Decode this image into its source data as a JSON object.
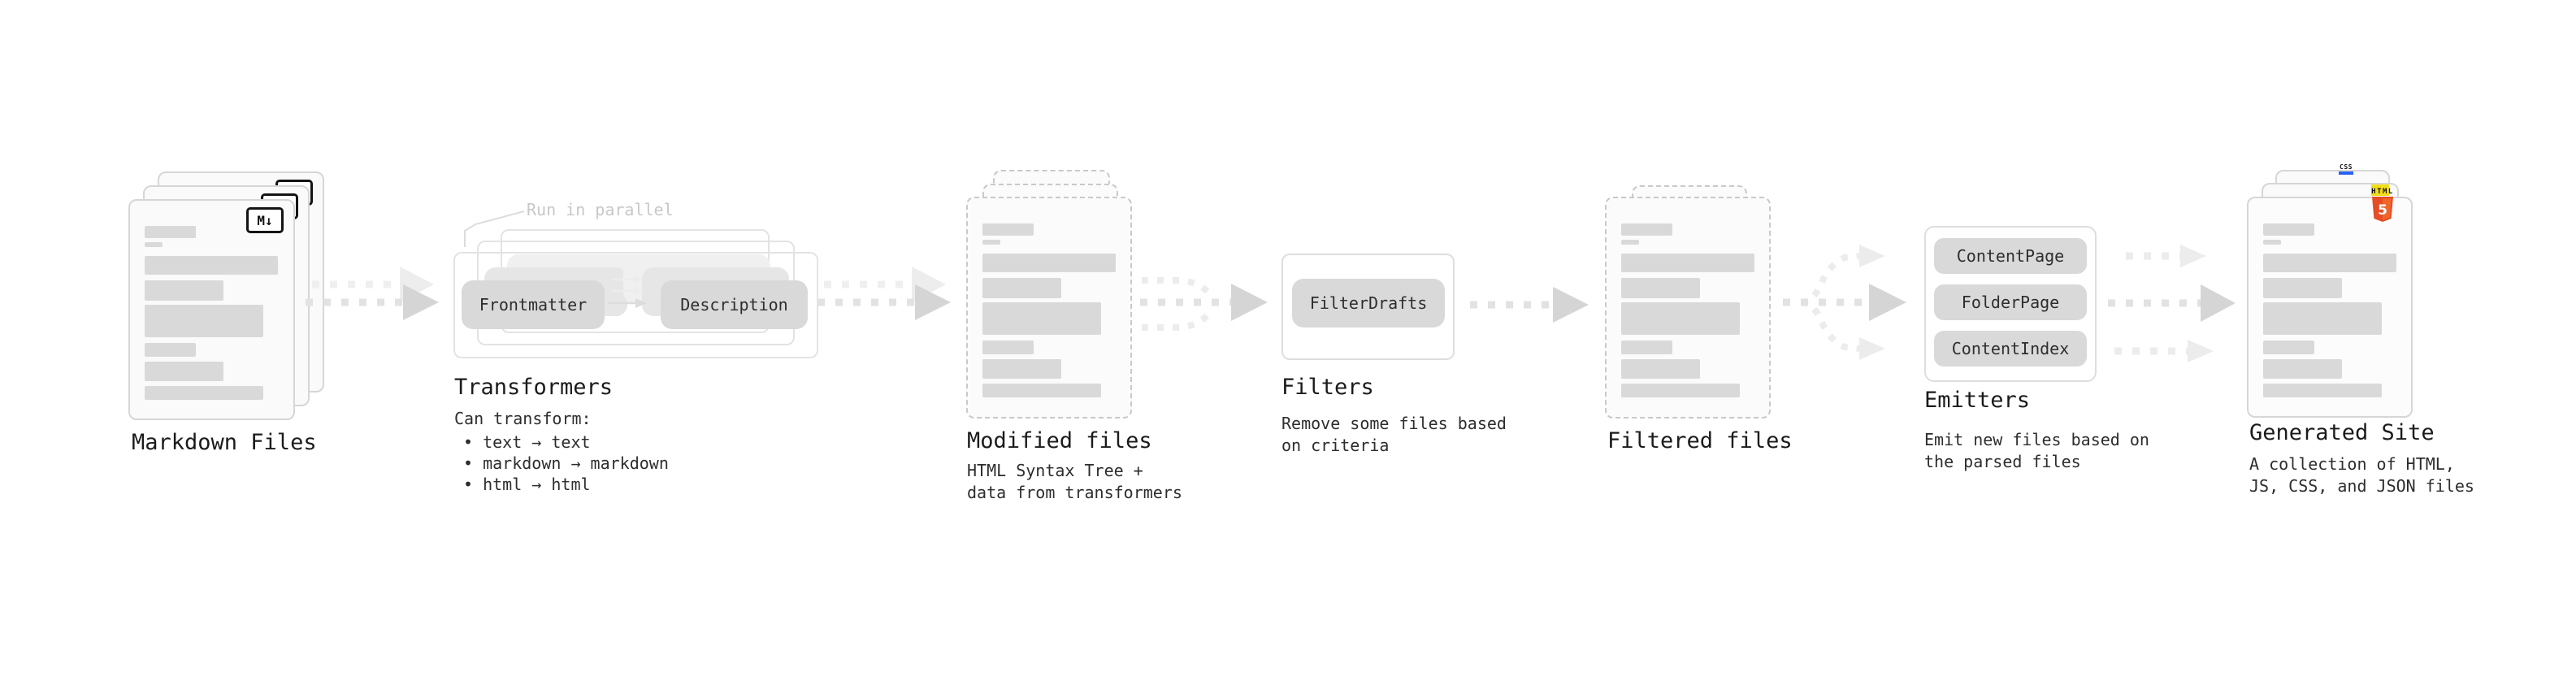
{
  "page": {
    "background": "#ffffff"
  },
  "diagram": {
    "note": "Run in parallel",
    "sections": {
      "markdown_files": {
        "label": "Markdown Files",
        "badge": "M↓"
      },
      "transformers": {
        "label": "Transformers",
        "pill_left": "Frontmatter",
        "pill_right": "Description",
        "body_title": "Can transform:",
        "bullets": [
          "• text → text",
          "• markdown → markdown",
          "• html → html"
        ]
      },
      "modified_files": {
        "label": "Modified files",
        "sub": [
          "HTML Syntax Tree +",
          "data from transformers"
        ]
      },
      "filters": {
        "label": "Filters",
        "pill": "FilterDrafts",
        "sub": [
          "Remove some files based",
          "on criteria"
        ]
      },
      "filtered_files": {
        "label": "Filtered files"
      },
      "emitters": {
        "label": "Emitters",
        "pills": [
          "ContentPage",
          "FolderPage",
          "ContentIndex"
        ],
        "sub": [
          "Emit new files based on",
          "the parsed files"
        ]
      },
      "generated_site": {
        "label": "Generated Site",
        "sub": [
          "A collection of HTML,",
          "JS, CSS, and JSON files"
        ],
        "html_badge_text": "HTML",
        "html_badge_number": "5",
        "css_badge": "CSS"
      }
    },
    "colors": {
      "bar_gray": "#d9d9d9",
      "pill_gray": "#d9d9d9",
      "arrow_tail": "#e2e2e2",
      "arrow_head": "#d5d5d5",
      "arrow_ghost": "#ededed",
      "note_gray": "#c8c8c8",
      "html5_orange": "#e44d26",
      "html5_orange_light": "#f16529",
      "js_yellow": "#f5de19",
      "css_blue": "#2962f1"
    }
  },
  "file_bars": [
    {
      "t": 31,
      "w": 63,
      "h": 15
    },
    {
      "t": 51,
      "w": 22,
      "h": 6
    },
    {
      "t": 68,
      "w": 164,
      "h": 23
    },
    {
      "t": 98,
      "w": 97,
      "h": 25
    },
    {
      "t": 128,
      "w": 146,
      "h": 40
    },
    {
      "t": 175,
      "w": 63,
      "h": 17
    },
    {
      "t": 198,
      "w": 97,
      "h": 24
    },
    {
      "t": 228,
      "w": 146,
      "h": 17
    }
  ]
}
